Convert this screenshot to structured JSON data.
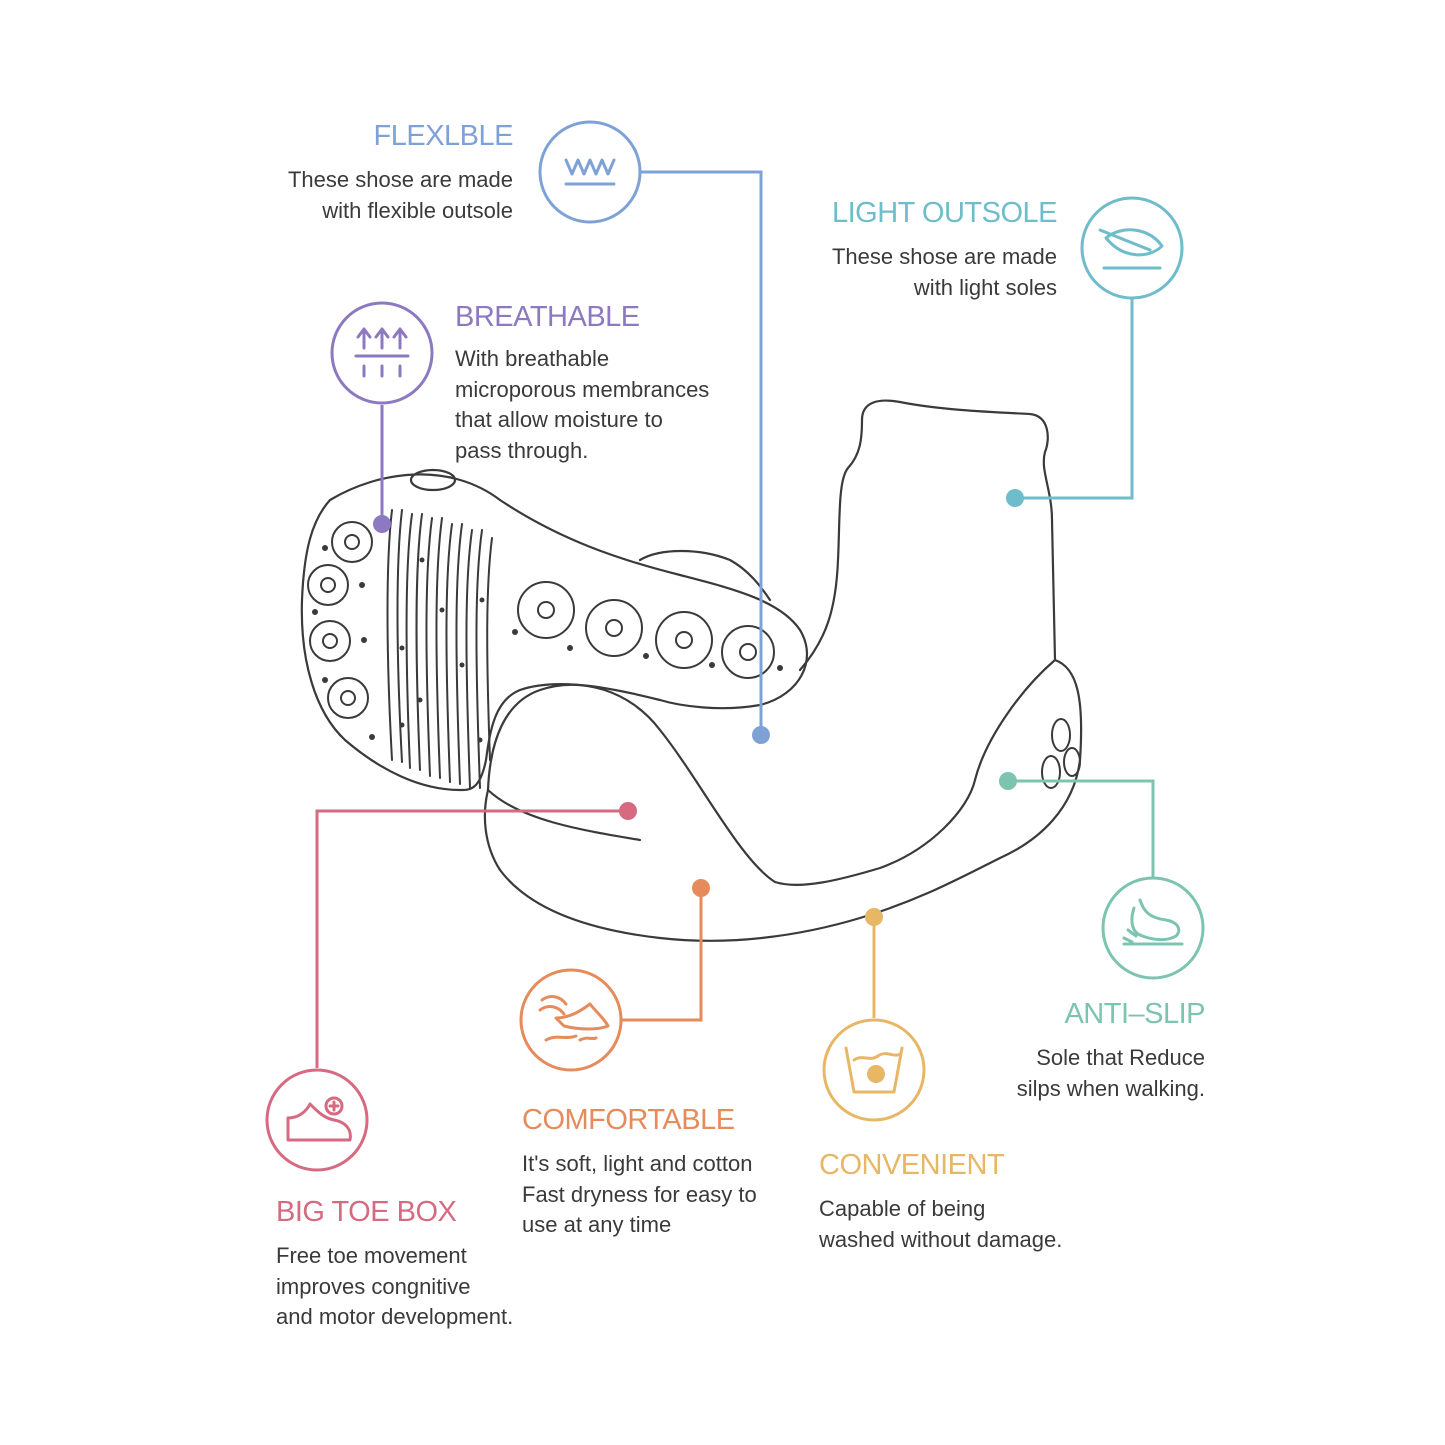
{
  "colors": {
    "flexible": "#7fa2d6",
    "light_outsole": "#6fbccb",
    "breathable": "#8d79c0",
    "anti_slip": "#7cc4b0",
    "big_toe_box": "#d56a80",
    "comfortable": "#e58b5c",
    "convenient": "#e7b765",
    "outline": "#3a3a3a",
    "text": "#3a3a3a"
  },
  "features": {
    "flexible": {
      "title": "FLEXLBLE",
      "lines": [
        "These shose are made",
        "with flexible outsole"
      ],
      "icon": "wave-icon"
    },
    "light_outsole": {
      "title": "LIGHT OUTSOLE",
      "lines": [
        "These shose are made",
        "with light soles"
      ],
      "icon": "feather-icon"
    },
    "breathable": {
      "title": "BREATHABLE",
      "lines": [
        "With breathable",
        "microporous membrances",
        "that allow moisture to",
        "pass through."
      ],
      "icon": "breathable-arrows-icon"
    },
    "anti_slip": {
      "title": "ANTI–SLIP",
      "lines": [
        "Sole that Reduce",
        "silps when walking."
      ],
      "icon": "foot-step-icon"
    },
    "big_toe_box": {
      "title": "BIG TOE BOX",
      "lines": [
        "Free toe movement",
        "improves congnitive",
        "and motor development."
      ],
      "icon": "shoe-plus-icon"
    },
    "comfortable": {
      "title": "COMFORTABLE",
      "lines": [
        "It's soft, light and cotton",
        "Fast dryness for easy to",
        "use at any time"
      ],
      "icon": "winged-shoe-icon"
    },
    "convenient": {
      "title": "CONVENIENT",
      "lines": [
        "Capable of being",
        "washed without damage."
      ],
      "icon": "wash-icon"
    }
  }
}
